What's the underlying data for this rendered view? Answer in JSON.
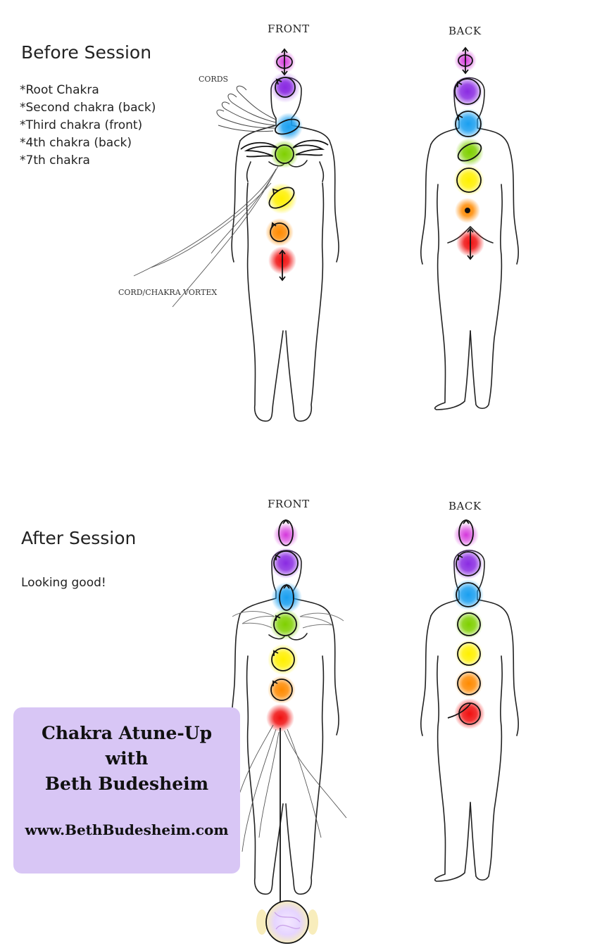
{
  "before": {
    "heading": "Before Session",
    "items": [
      "*Root Chakra",
      "*Second chakra (back)",
      "*Third chakra (front)",
      "*4th chakra (back)",
      "*7th chakra"
    ],
    "front_label": "FRONT",
    "back_label": "BACK",
    "cords_label": "CORDS",
    "vortex_label": "CORD/CHAKRA VORTEX"
  },
  "after": {
    "heading": "After Session",
    "note": "Looking good!",
    "front_label": "FRONT",
    "back_label": "BACK"
  },
  "promo": {
    "line1": "Chakra Atune-Up",
    "line2": "with",
    "line3": "Beth Budesheim",
    "url": "www.BethBudesheim.com"
  },
  "colors": {
    "root": "#f01010",
    "sacral": "#ff8a00",
    "solar_plexus": "#fff000",
    "heart": "#7fd000",
    "throat": "#1a9ff0",
    "third_eye": "#8a2be2",
    "crown": "#d020d8",
    "promo_bg": "#d8c6f5"
  }
}
